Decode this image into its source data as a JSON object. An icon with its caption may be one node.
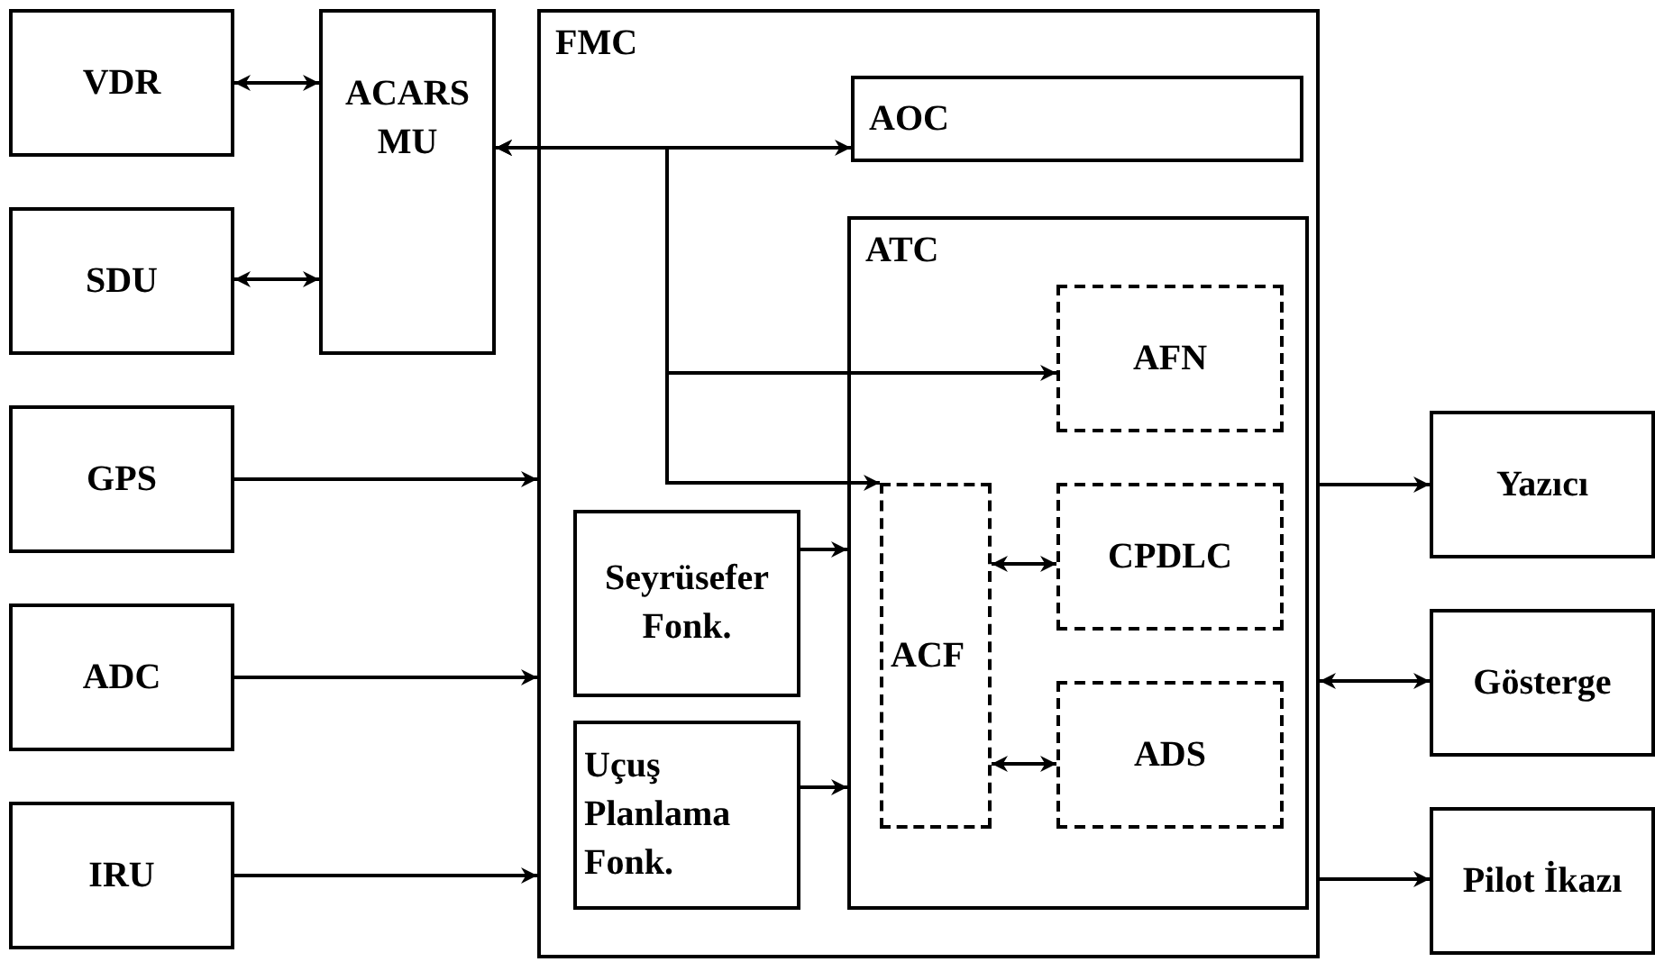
{
  "diagram": {
    "nodes": [
      {
        "text": [
          "VDR"
        ]
      },
      {
        "text": [
          "ACARS MU"
        ]
      },
      {
        "text": [
          "FMC"
        ]
      },
      {
        "text": [
          "AOC"
        ],
        "in": 2
      },
      {
        "text": [
          "SDU"
        ]
      },
      {
        "text": [
          "ATC"
        ],
        "in": 2
      },
      {
        "text": [
          "AFN"
        ],
        "in": 5
      },
      {
        "text": [
          "GPS"
        ]
      },
      {
        "text": [
          "Seyrüsefer Fonk."
        ],
        "in": 2
      },
      {
        "text": [
          "ACF"
        ],
        "in": 5
      },
      {
        "text": [
          "CPDLC"
        ],
        "in": 5
      },
      {
        "text": [
          "Yazıcı"
        ]
      },
      {
        "text": [
          "ADC"
        ]
      },
      {
        "text": [
          "Gösterge"
        ]
      },
      {
        "text": [
          "Uçuş Planlama Fonk."
        ],
        "in": 2
      },
      {
        "text": [
          "ADS"
        ],
        "in": 5
      },
      {
        "text": [
          "IRU"
        ]
      },
      {
        "text": [
          "Pilot İkazı"
        ]
      }
    ],
    "edges": [
      {
        "from": 0,
        "to": 1,
        "arrow": "both"
      },
      {
        "from": 4,
        "to": 1,
        "arrow": "both"
      },
      {
        "from": 1,
        "to": 3,
        "arrow": "both"
      },
      {
        "from": 1,
        "to": 6,
        "arrow": "both"
      },
      {
        "from": 1,
        "to": 9,
        "arrow": "both"
      },
      {
        "from": 7,
        "to": 2,
        "arrow": "to"
      },
      {
        "from": 12,
        "to": 2,
        "arrow": "to"
      },
      {
        "from": 16,
        "to": 2,
        "arrow": "to"
      },
      {
        "from": 8,
        "to": 5,
        "arrow": "to"
      },
      {
        "from": 14,
        "to": 5,
        "arrow": "to"
      },
      {
        "from": 9,
        "to": 10,
        "arrow": "both"
      },
      {
        "from": 9,
        "to": 15,
        "arrow": "both"
      },
      {
        "from": 2,
        "to": 11,
        "arrow": "to"
      },
      {
        "from": 2,
        "to": 13,
        "arrow": "both"
      },
      {
        "from": 2,
        "to": 17,
        "arrow": "to"
      }
    ]
  }
}
